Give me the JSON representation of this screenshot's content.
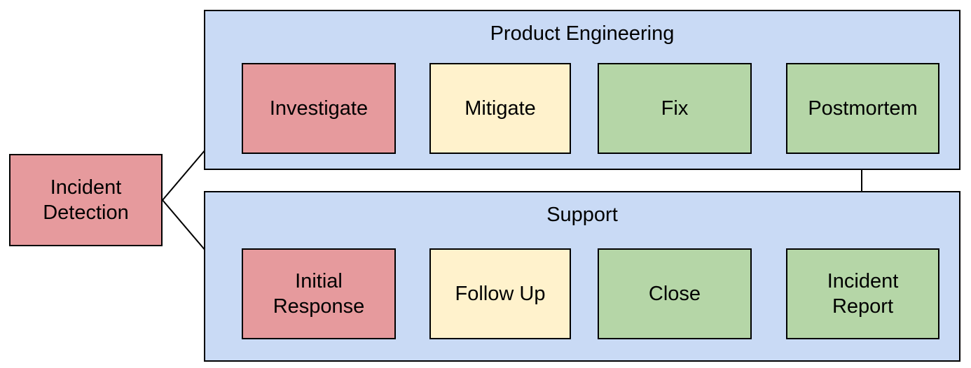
{
  "diagram": {
    "source_node": {
      "label": "Incident Detection",
      "color": "red"
    },
    "groups": [
      {
        "title": "Product Engineering",
        "nodes": [
          {
            "label": "Investigate",
            "color": "red"
          },
          {
            "label": "Mitigate",
            "color": "yellow"
          },
          {
            "label": "Fix",
            "color": "green"
          },
          {
            "label": "Postmortem",
            "color": "green"
          }
        ]
      },
      {
        "title": "Support",
        "nodes": [
          {
            "label": "Initial Response",
            "color": "red"
          },
          {
            "label": "Follow Up",
            "color": "yellow"
          },
          {
            "label": "Close",
            "color": "green"
          },
          {
            "label": "Incident Report",
            "color": "green"
          }
        ]
      }
    ],
    "edges": [
      {
        "from": "Incident Detection",
        "to": "Investigate"
      },
      {
        "from": "Incident Detection",
        "to": "Initial Response"
      },
      {
        "from": "Investigate",
        "to": "Mitigate"
      },
      {
        "from": "Mitigate",
        "to": "Fix"
      },
      {
        "from": "Fix",
        "to": "Postmortem"
      },
      {
        "from": "Postmortem",
        "to": "Incident Report"
      },
      {
        "from": "Initial Response",
        "to": "Follow Up"
      },
      {
        "from": "Follow Up",
        "to": "Close"
      },
      {
        "from": "Close",
        "to": "Incident Report"
      }
    ],
    "colors": {
      "red": "#e69a9d",
      "yellow": "#fff2cc",
      "green": "#b5d6a7",
      "group_fill": "#c9daf5",
      "border": "#000000",
      "background": "#ffffff",
      "text": "#000000"
    }
  }
}
